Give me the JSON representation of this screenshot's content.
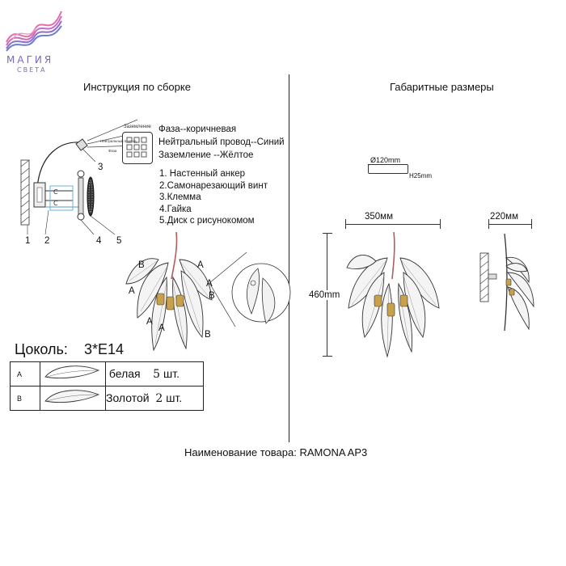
{
  "logo": {
    "word1": "МАГИЯ",
    "word2": "СВЕТА"
  },
  "left_title": "Инструкция по сборке",
  "right_title": "Габаритные размеры",
  "wiring": {
    "box_top_label": "Заземление",
    "box_left_labels": [
      "Нейтральный провод",
      "Фаза"
    ],
    "phase": "Фаза--коричневая",
    "neutral": "Нейтральный провод--Синий",
    "ground": "Заземление --Жёлтое"
  },
  "parts": [
    "1. Настенный анкер",
    "2.Самонарезающий винт",
    "3.Клемма",
    "4.Гайка",
    "5.Диск с рисунокомом"
  ],
  "callouts": [
    "1",
    "2",
    "3",
    "4",
    "5"
  ],
  "leaf_marks": {
    "a": "A",
    "b": "B"
  },
  "socket": {
    "label": "Цоколь:",
    "value": "3*E14"
  },
  "leaf_table": [
    {
      "letter": "A",
      "name": "белая",
      "qty": "5",
      "unit": "шт."
    },
    {
      "letter": "B",
      "name": "Золотой",
      "qty": "2",
      "unit": "шт."
    }
  ],
  "dimensions": {
    "disk_diameter": "Ø120mm",
    "disk_height": "H25mm",
    "width": "350мм",
    "height": "460mm",
    "depth": "220мм"
  },
  "product": "Наименование товара: RAMONA AP3"
}
